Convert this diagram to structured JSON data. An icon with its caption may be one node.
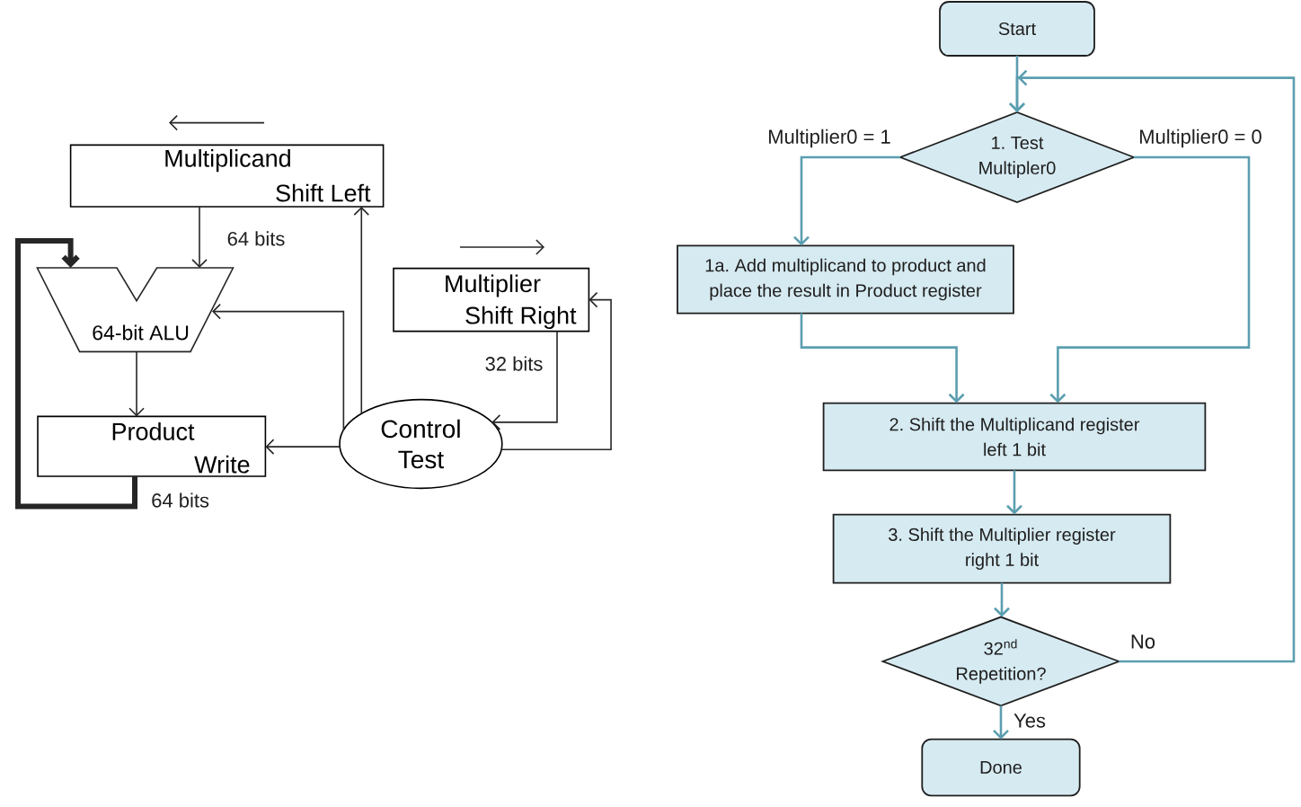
{
  "diagram": {
    "nodes": [
      {
        "text": [
          "Multiplicand",
          "Shift Left"
        ]
      },
      {
        "text": [
          "64-bit ALU"
        ]
      },
      {
        "text": [
          "Product",
          "Write"
        ]
      },
      {
        "text": [
          "Multiplier",
          "Shift Right"
        ]
      },
      {
        "text": [
          "Control Test"
        ]
      },
      {
        "text": [
          "Start"
        ]
      },
      {
        "text": [
          "1. Test Multipler0"
        ]
      },
      {
        "text": [
          "1a. Add multiplicand to product and place the result in Product register"
        ]
      },
      {
        "text": [
          "2. Shift the Multiplicand register left 1 bit"
        ]
      },
      {
        "text": [
          "3. Shift the Multiplier register right 1 bit"
        ]
      },
      {
        "text": [
          "32$^{nd}$ Repetition?"
        ]
      },
      {
        "text": [
          "Done"
        ]
      }
    ],
    "edges": [
      {
        "from": 0,
        "to": 1,
        "arrow": "to",
        "label": "64 bits"
      },
      {
        "from": 1,
        "to": 2,
        "arrow": "to"
      },
      {
        "from": 2,
        "to": 1,
        "arrow": "to",
        "label": "64 bits",
        "style": "thick"
      },
      {
        "from": 4,
        "to": 1,
        "arrow": "to"
      },
      {
        "from": 4,
        "to": 0,
        "arrow": "to"
      },
      {
        "from": 4,
        "to": 2,
        "arrow": "to"
      },
      {
        "from": 3,
        "to": 4,
        "arrow": "to",
        "label": "32 bits"
      },
      {
        "from": 4,
        "to": 3,
        "arrow": "to"
      },
      {
        "from": 5,
        "to": 6,
        "arrow": "to",
        "color": "#5b9eb0"
      },
      {
        "from": 6,
        "to": 7,
        "arrow": "to",
        "label": "Multiplier0 = 1",
        "color": "#5b9eb0"
      },
      {
        "from": 6,
        "to": 8,
        "arrow": "to",
        "label": "Multiplier0 = 0",
        "color": "#5b9eb0"
      },
      {
        "from": 7,
        "to": 8,
        "arrow": "to",
        "color": "#5b9eb0"
      },
      {
        "from": 8,
        "to": 9,
        "arrow": "to",
        "color": "#5b9eb0"
      },
      {
        "from": 9,
        "to": 10,
        "arrow": "to",
        "color": "#5b9eb0"
      },
      {
        "from": 10,
        "to": 6,
        "arrow": "to",
        "label": "No",
        "color": "#5b9eb0"
      },
      {
        "from": 10,
        "to": 11,
        "arrow": "to",
        "label": "Yes",
        "color": "#5b9eb0"
      }
    ]
  }
}
